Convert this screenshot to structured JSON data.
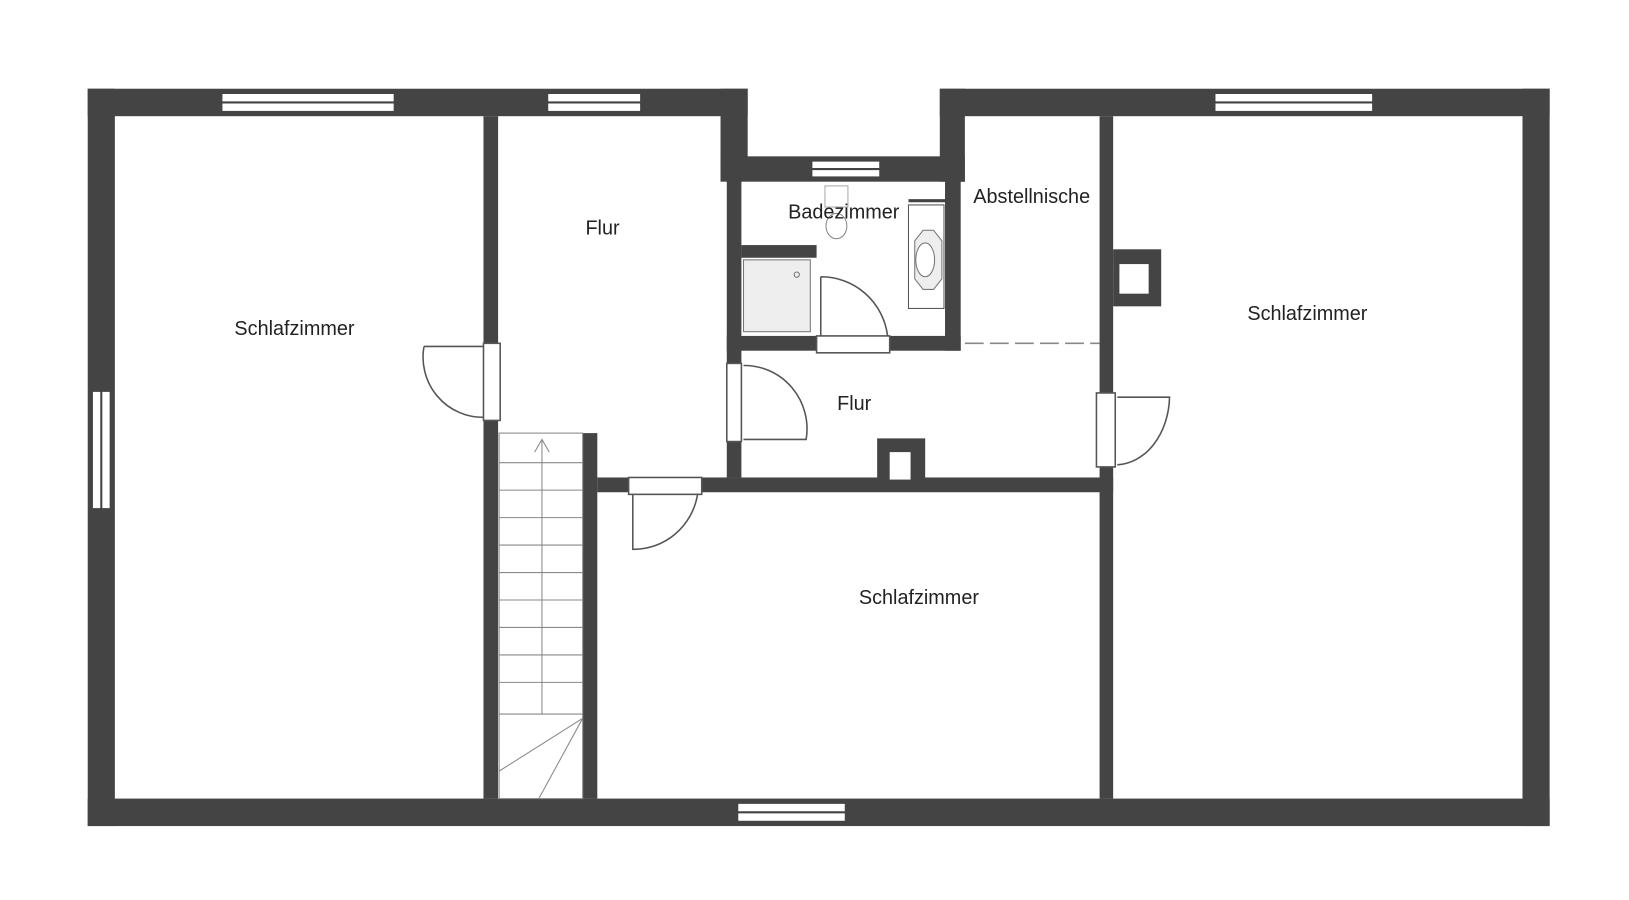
{
  "rooms": {
    "bedroom_left": "Schlafzimmer",
    "hall_top": "Flur",
    "bathroom": "Badezimmer",
    "storage_niche": "Abstellnische",
    "bedroom_right": "Schlafzimmer",
    "hall_middle": "Flur",
    "bedroom_bottom": "Schlafzimmer"
  },
  "colors": {
    "wall": "#444444",
    "background": "#ffffff"
  }
}
